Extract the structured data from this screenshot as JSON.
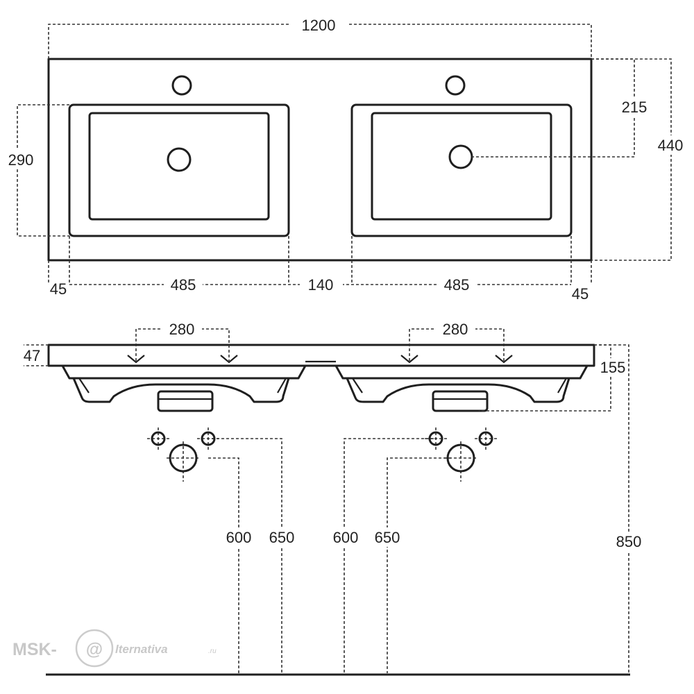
{
  "plan": {
    "total_width": "1200",
    "depth": "440",
    "bowl_depth": "290",
    "drain_offset": "215",
    "left_margin": "45",
    "bowl_left_width": "485",
    "gap": "140",
    "bowl_right_width": "485",
    "right_margin": "45"
  },
  "elevation": {
    "slab_thickness": "47",
    "fixing_spacing_left": "280",
    "fixing_spacing_right": "280",
    "bowl_height": "155",
    "left_pipe_low": "600",
    "left_pipe_high": "650",
    "right_pipe_low": "600",
    "right_pipe_high": "650",
    "total_height": "850"
  },
  "watermark": {
    "prefix": "MSK-",
    "symbol": "@",
    "suffix": "lternativa",
    "tld": ".ru"
  }
}
